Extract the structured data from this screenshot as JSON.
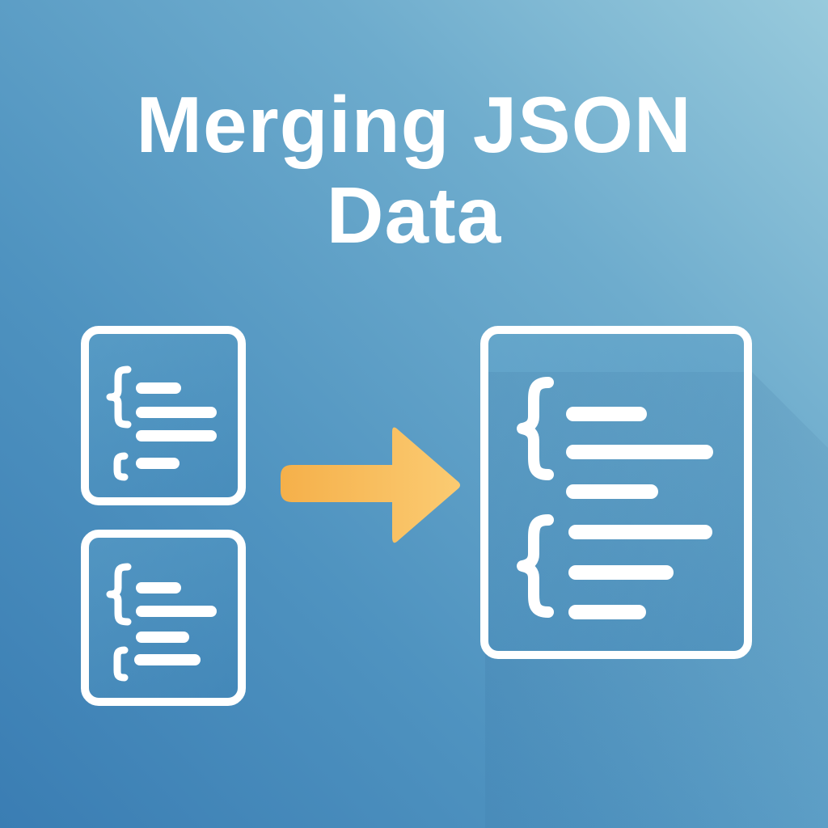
{
  "title": {
    "line1": "Merging JSON",
    "line2": "Data"
  },
  "colors": {
    "background_top_right": "#98cadc",
    "background_bottom_left": "#3a7db3",
    "foreground": "#ffffff",
    "arrow_start": "#f5b04a",
    "arrow_end": "#fbcb72"
  },
  "diagram": {
    "inputs": [
      {
        "name": "json-file-1",
        "icon": "json-document-icon",
        "brace_groups": 2,
        "lines": 4
      },
      {
        "name": "json-file-2",
        "icon": "json-document-icon",
        "brace_groups": 2,
        "lines": 4
      }
    ],
    "connector": {
      "icon": "arrow-right-icon",
      "direction": "right"
    },
    "output": {
      "name": "merged-json-file",
      "icon": "json-document-icon",
      "brace_groups": 2,
      "lines": 6
    }
  }
}
